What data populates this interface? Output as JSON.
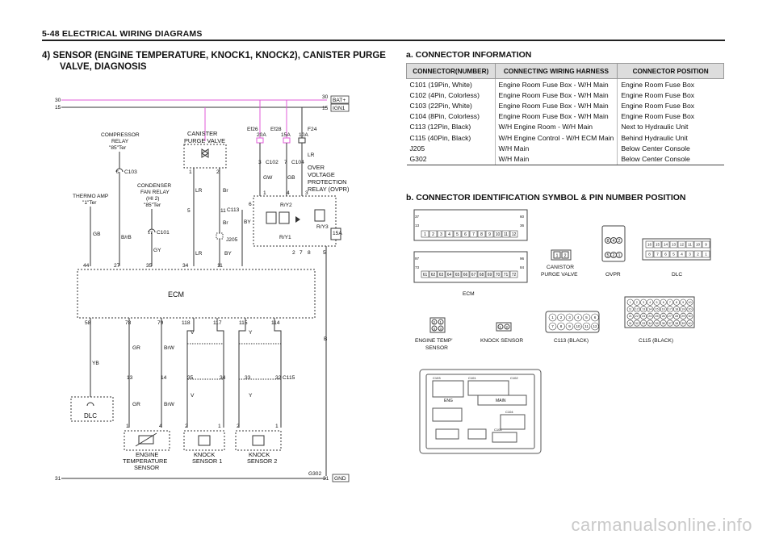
{
  "header": {
    "title": "5-48  ELECTRICAL WIRING DIAGRAMS"
  },
  "section": {
    "title_line1": "4)  SENSOR (ENGINE TEMPERATURE, KNOCK1, KNOCK2), CANISTER PURGE",
    "title_line2": "VALVE, DIAGNOSIS"
  },
  "connector_info": {
    "title": "a.  CONNECTOR  INFORMATION",
    "headers": [
      "CONNECTOR(NUMBER)",
      "CONNECTING WIRING HARNESS",
      "CONNECTOR POSITION"
    ],
    "rows": [
      [
        "C101 (19Pin, White)",
        "Engine Room Fuse Box - W/H Main",
        "Engine Room Fuse Box"
      ],
      [
        "C102 (4Pin, Colorless)",
        "Engine Room Fuse Box - W/H Main",
        "Engine Room Fuse Box"
      ],
      [
        "C103 (22Pin, White)",
        "Engine Room Fuse Box - W/H Main",
        "Engine Room Fuse Box"
      ],
      [
        "C104 (8Pin, Colorless)",
        "Engine Room Fuse Box - W/H Main",
        "Engine Room Fuse Box"
      ],
      [
        "C113 (12Pin, Black)",
        "W/H Engine Room - W/H Main",
        "Next to Hydraulic Unit"
      ],
      [
        "C115 (40Pin, Black)",
        "W/H Engine Control - W/H ECM Main",
        "Behind Hydraulic Unit"
      ],
      [
        "J205",
        "W/H Main",
        "Below Center Console"
      ],
      [
        "G302",
        "W/H Main",
        "Below Center Console"
      ]
    ]
  },
  "pin_id": {
    "title": "b.  CONNECTOR  IDENTIFICATION  SYMBOL  &  PIN  NUMBER  POSITION",
    "ecm_label": "ECM",
    "ecm_row1": [
      "1",
      "2",
      "3",
      "4",
      "5",
      "6",
      "7",
      "8",
      "9",
      "10",
      "11",
      "12"
    ],
    "ecm_row1_side": [
      "37",
      "13",
      "60",
      "36"
    ],
    "ecm_row2": [
      "61",
      "62",
      "63",
      "64",
      "65",
      "66",
      "67",
      "68",
      "69",
      "70",
      "71",
      "72"
    ],
    "ecm_row2_side": [
      "97",
      "73",
      "96",
      "84"
    ],
    "canister_label_1": "CANISTOR",
    "canister_label_2": "PURGE VALVE",
    "canister_pins": [
      "1",
      "2"
    ],
    "ovpr_label": "OVPR",
    "ovpr_top": [
      "8",
      "4",
      "2"
    ],
    "ovpr_bottom": [
      "5",
      "2",
      "1"
    ],
    "dlc_label": "DLC",
    "dlc_top": [
      "16",
      "15",
      "14",
      "13",
      "12",
      "11",
      "10",
      "9"
    ],
    "dlc_bottom": [
      "8",
      "7",
      "6",
      "5",
      "4",
      "3",
      "2",
      "1"
    ],
    "engtemp_label_1": "ENGINE TEMP'",
    "engtemp_label_2": "SENSOR",
    "engtemp_pins": [
      "2",
      "1",
      "4",
      "3"
    ],
    "knock_label": "KNOCK  SENSOR",
    "knock_pins": [
      "1",
      "2"
    ],
    "c113_label": "C113  (BLACK)",
    "c113_row1": [
      "1",
      "2",
      "3",
      "4",
      "5",
      "6"
    ],
    "c113_row2": [
      "7",
      "8",
      "9",
      "10",
      "11",
      "12"
    ],
    "c115_label": "C115  (BLACK)",
    "c115_rows": [
      [
        "1",
        "2",
        "3",
        "4",
        "5",
        "6",
        "7",
        "8",
        "9",
        "10"
      ],
      [
        "11",
        "12",
        "13",
        "14",
        "15",
        "16",
        "17",
        "18",
        "19",
        "20"
      ],
      [
        "21",
        "22",
        "23",
        "24",
        "25",
        "26",
        "27",
        "28",
        "29",
        "30"
      ],
      [
        "31",
        "32",
        "33",
        "34",
        "35",
        "36",
        "37",
        "38",
        "39",
        "40"
      ]
    ],
    "fusebox_labels": [
      "C103",
      "C101",
      "C102",
      "ENG",
      "MAIN",
      "C104",
      "C104"
    ]
  },
  "wiring": {
    "rail30": "30",
    "rail15": "15",
    "rail31": "31",
    "bat": "BAT+",
    "ign1": "IGN1",
    "gnd": "GND",
    "g302": "G302",
    "compressor_relay": [
      "COMPRESSOR",
      "RELAY",
      "\"85\"Ter"
    ],
    "c103": "C103",
    "c103_pin": "6",
    "thermo_amp": [
      "THERMO AMP",
      "\"1\"Ter"
    ],
    "condenser_relay": [
      "CONDENSER",
      "FAN RELAY",
      "(HI 2)",
      "\"85\"Ter"
    ],
    "c101": "C101",
    "c101_pin": "17",
    "canister": [
      "CANISTER",
      "PURGE VALVE"
    ],
    "ef26": "Ef26",
    "ef26_amp": "20A",
    "ef28": "Ef28",
    "ef28_amp": "15A",
    "f24": "F24",
    "f24_amp": "10A",
    "c102": "C102",
    "c102_pin": "3",
    "c104": "C104",
    "c104_pin": "7",
    "ovpr": [
      "OVER",
      "VOLTAGE",
      "PROTECTION",
      "RELAY (OVPR)"
    ],
    "ry2": "R/Y2",
    "ry3": "R/Y3",
    "ry1": "R/Y1",
    "fuse15a": "15A",
    "c113": "C113",
    "j205": "J205",
    "c115": "C115",
    "ecm": "ECM",
    "dlc": "DLC",
    "eng_temp": [
      "ENGINE",
      "TEMPERATURE",
      "SENSOR"
    ],
    "knock1": [
      "KNOCK",
      "SENSOR 1"
    ],
    "knock2": [
      "KNOCK",
      "SENSOR 2"
    ],
    "wire_gb": "GB",
    "wire_brb": "B/rB",
    "wire_gy": "GY",
    "wire_lr": "LR",
    "wire_br": "Br",
    "wire_by": "BY",
    "wire_gw": "GW",
    "wire_yb": "YB",
    "wire_gr": "GR",
    "wire_brw": "BrW",
    "wire_v": "V",
    "wire_y": "Y",
    "wire_b": "B",
    "pins_ecm_top": [
      "44",
      "27",
      "35",
      "34",
      "11"
    ],
    "pins_ecm_bottom": [
      "58",
      "78",
      "79",
      "118",
      "117",
      "115",
      "114"
    ],
    "pins_c115": [
      "13",
      "14",
      "35",
      "34",
      "33",
      "32"
    ],
    "pins_misc": [
      "1",
      "2",
      "5",
      "11",
      "6",
      "1",
      "4",
      "3",
      "2",
      "7",
      "8",
      "5",
      "1",
      "4",
      "2",
      "1",
      "2",
      "1"
    ]
  },
  "watermark": "carmanualsonline.info"
}
